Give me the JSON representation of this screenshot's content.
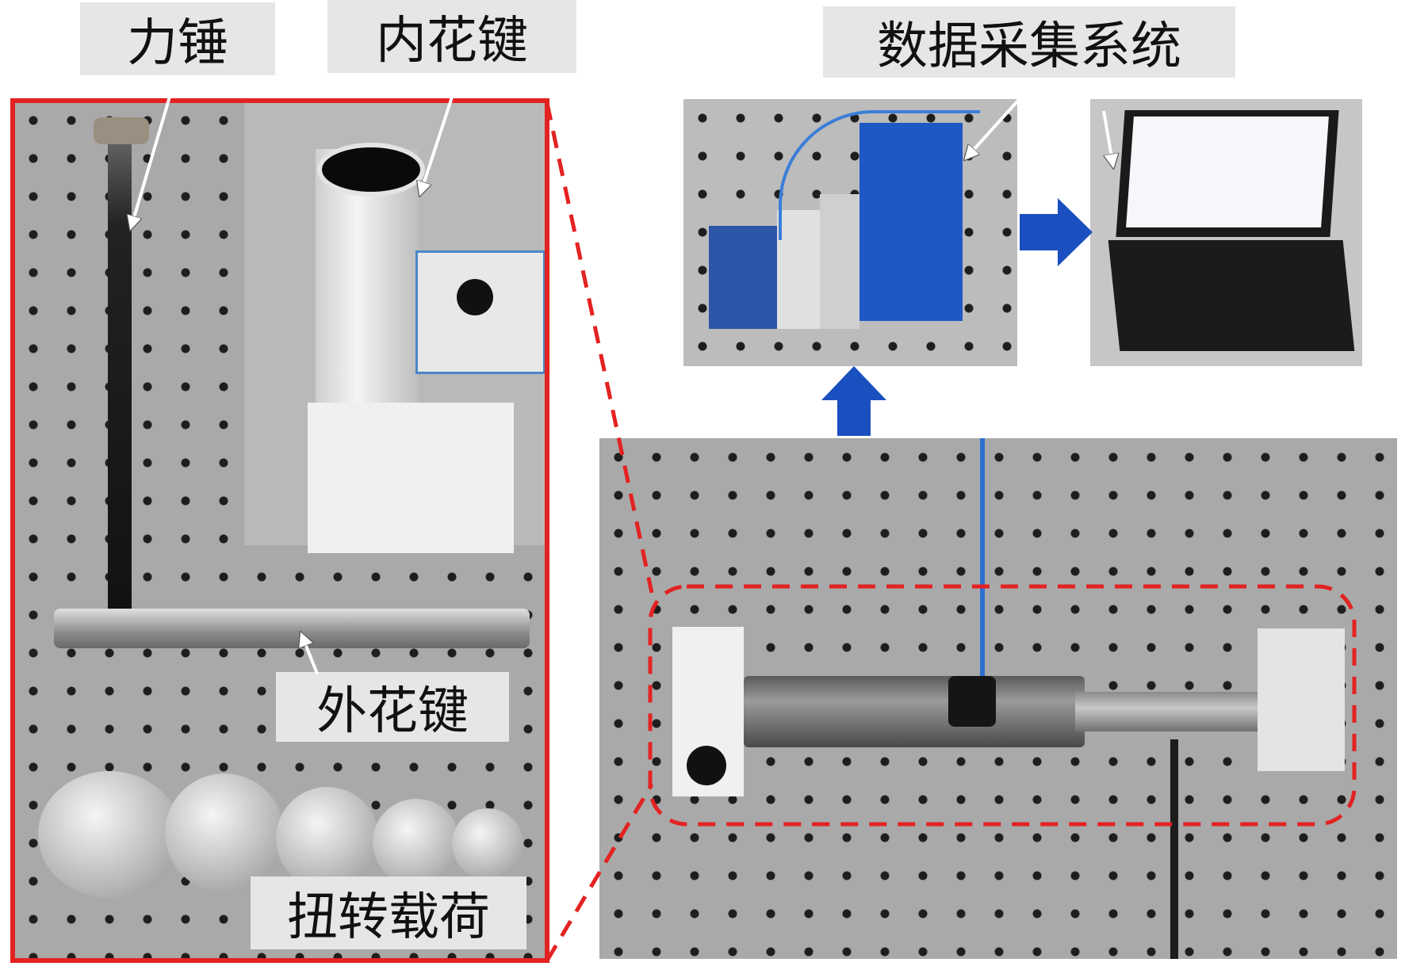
{
  "labels": {
    "hammer": "力锤",
    "inner_spline": "内花键",
    "outer_spline": "外花键",
    "torsion_load": "扭转载荷",
    "daq_system": "数据采集系统"
  },
  "colors": {
    "highlight_red": "#e32222",
    "flow_arrow_blue": "#1a4fbf",
    "label_bg": "#e6e6e6",
    "pegboard": "#a9a9a9"
  },
  "icons": {
    "flow_arrows": "blue-block-arrow",
    "pointer_arrows": "white-arrow"
  }
}
